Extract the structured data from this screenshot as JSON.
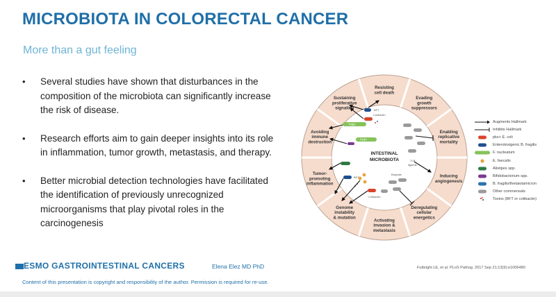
{
  "slide": {
    "title": "MICROBIOTA IN COLORECTAL CANCER",
    "subtitle": "More than a gut feeling",
    "bullets": [
      "Several studies have shown that disturbances in the composition of the microbiota can significantly increase the risk of disease.",
      "Research efforts aim to gain deeper insights into its role in inflammation, tumor growth, metastasis, and therapy.",
      "Better microbial detection technologies have facilitated the identification of previously unrecognized microorganisms that play pivotal roles in the carcinogenesis"
    ]
  },
  "diagram": {
    "center": [
      "INTESTINAL",
      "MICROBIOTA"
    ],
    "hallmarks": [
      [
        "Resisting",
        "cell death"
      ],
      [
        "Evading",
        "growth",
        "suppressors"
      ],
      [
        "Enabling",
        "replicative",
        "mortality"
      ],
      [
        "Inducing",
        "angiogenesis"
      ],
      [
        "Deregulating",
        "cellular",
        "energetics"
      ],
      [
        "Activating",
        "invasion &",
        "metastasis"
      ],
      [
        "Genome",
        "instability",
        "& mutation"
      ],
      [
        "Tumor-",
        "promoting",
        "inflammation"
      ],
      [
        "Avoiding",
        "immune",
        "destruction"
      ],
      [
        "Sustaining",
        "proliferative",
        "signaling"
      ]
    ],
    "inner_labels": {
      "bft_top": "BFT",
      "colibactin_top": "Colibactin",
      "fap2": "Fap2",
      "fadA": "FadA",
      "tlr": "TLR",
      "tlr2": "ligands",
      "bft_bottom": "BFT",
      "butyrate": "Butyrate",
      "colibactin_bottom": "Colibactin"
    }
  },
  "legend": [
    {
      "label": "Augments Hallmark",
      "kind": "arrow",
      "color": "#111111"
    },
    {
      "label": "Inhibits Hallmark",
      "kind": "inhibit",
      "color": "#111111"
    },
    {
      "label": "pks+ E. coli",
      "kind": "pill",
      "color": "#d9432b"
    },
    {
      "label": "Enterotoxigenic B. fragilis",
      "kind": "pill",
      "color": "#1f4f8f"
    },
    {
      "label": "F. nucleatum",
      "kind": "long",
      "color": "#86c25a"
    },
    {
      "label": "E. faecalis",
      "kind": "dot",
      "color": "#e8a43a"
    },
    {
      "label": "Alistipes spp.",
      "kind": "pill",
      "color": "#2e7a43"
    },
    {
      "label": "Bifidobacterium spp.",
      "kind": "pill",
      "color": "#7b3a93"
    },
    {
      "label": "B. fragilis/thetaiotamicron",
      "kind": "pill",
      "color": "#2a73b0"
    },
    {
      "label": "Other commensals",
      "kind": "pill",
      "color": "#9a9a9a"
    },
    {
      "label": "Toxins (BFT or colibactin)",
      "kind": "dots",
      "color": "#d9432b"
    }
  ],
  "footer": {
    "brand": "ESMO GASTROINTESTINAL CANCERS",
    "author": "Elena Elez MD PhD",
    "reference": "Fulbright LE, et al. PLoS Pathog. 2017 Sep 21;13(9):e1006480",
    "copyright": "Content of this presentation is copyright and responsibility of the author. Permission is required for re-use."
  }
}
